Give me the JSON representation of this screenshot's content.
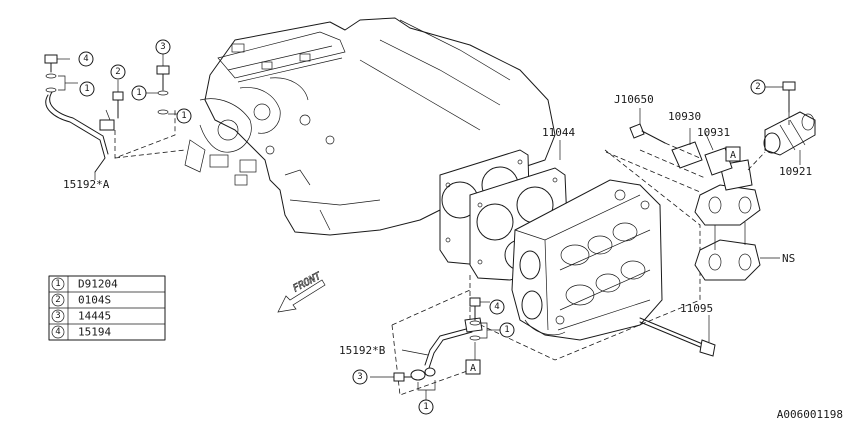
{
  "callouts": {
    "one": "1",
    "two": "2",
    "three": "3",
    "four": "4"
  },
  "part_labels": {
    "p15192a": "15192*A",
    "p11044": "11044",
    "pJ10650": "J10650",
    "p10930": "10930",
    "p10931": "10931",
    "p10921": "10921",
    "pNS": "NS",
    "p11095": "11095",
    "p15192b": "15192*B",
    "boxA": "A"
  },
  "front_label": "FRONT",
  "legend": [
    {
      "num": "1",
      "part": "D91204"
    },
    {
      "num": "2",
      "part": "0104S"
    },
    {
      "num": "3",
      "part": "14445"
    },
    {
      "num": "4",
      "part": "15194"
    }
  ],
  "drawing_id": "A006001198"
}
